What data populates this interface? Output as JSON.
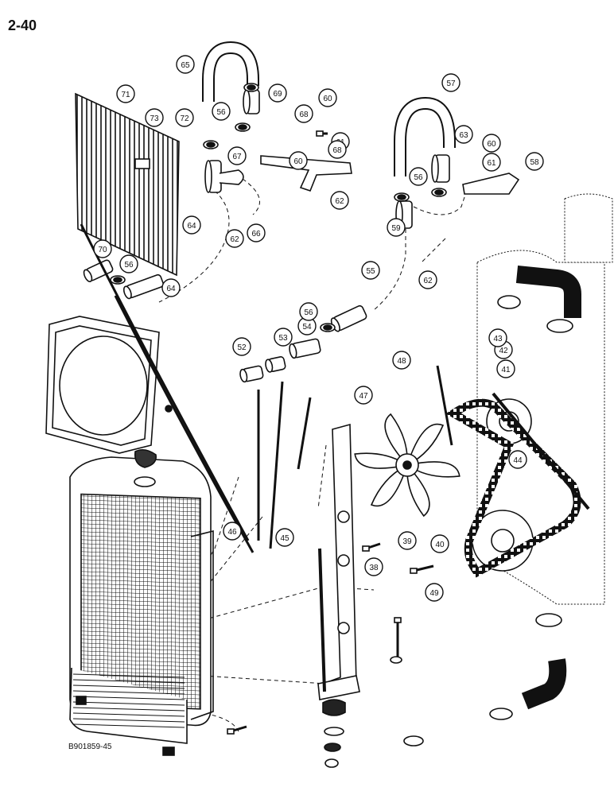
{
  "page_number": "2-40",
  "figure_code": "B901859-45",
  "callouts": [
    "38",
    "39",
    "40",
    "41",
    "42",
    "43",
    "44",
    "45",
    "46",
    "47",
    "48",
    "49",
    "52",
    "53",
    "54",
    "55",
    "56",
    "57",
    "58",
    "59",
    "60",
    "61",
    "62",
    "63",
    "64",
    "65",
    "66",
    "67",
    "68",
    "69",
    "70",
    "71",
    "72",
    "73"
  ],
  "colors": {
    "ink": "#111111",
    "paper": "#ffffff",
    "shade": "#222222"
  }
}
